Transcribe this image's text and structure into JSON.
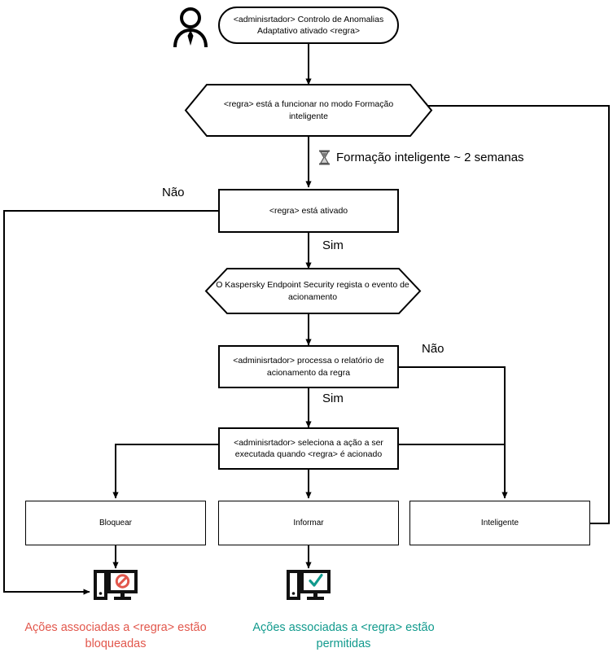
{
  "diagram": {
    "title_actor_icon": "person-icon",
    "nodes": {
      "start": "<adminisrtador> Controlo de Anomalias Adaptativo ativado <regra>",
      "training_mode": "<regra> está a funcionar no modo Formação inteligente",
      "rule_enabled": "<regra> está ativado",
      "kes_logs_event": "O Kaspersky Endpoint Security regista o evento de acionamento",
      "admin_processes_report": "<adminisrtador> processa o relatório de acionamento da regra",
      "admin_selects_action": "<adminisrtador> seleciona a ação a ser executada quando <regra> é acionado",
      "action_block": "Bloquear",
      "action_inform": "Informar",
      "action_smart": "Inteligente"
    },
    "edge_labels": {
      "no_rule_enabled": "Não",
      "yes_rule_enabled": "Sim",
      "no_report": "Não",
      "yes_report": "Sim"
    },
    "annotations": {
      "training_time": "Formação inteligente ~ 2 semanas",
      "training_time_icon": "hourglass-icon"
    },
    "outcomes": {
      "blocked": {
        "text": "Ações associadas a <regra> estão\nbloqueadas",
        "color": "#e2574c",
        "icon": "computer-blocked-icon"
      },
      "allowed": {
        "text": "Ações associadas a <regra> estão\npermitidas",
        "color": "#119a8d",
        "icon": "computer-allowed-icon"
      }
    },
    "colors": {
      "stroke": "#000000",
      "blocked": "#e2574c",
      "allowed": "#119a8d",
      "background": "#ffffff"
    }
  }
}
